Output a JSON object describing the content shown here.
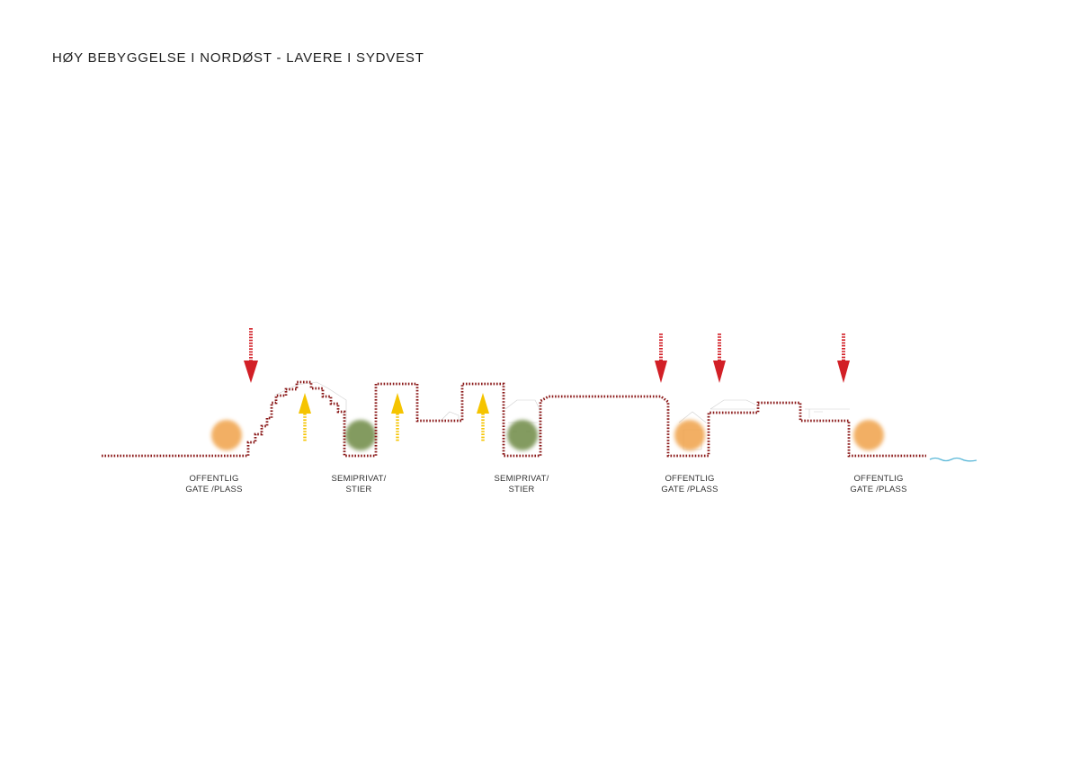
{
  "title": "HØY BEBYGGELSE I NORDØST - LAVERE I SYDVEST",
  "colors": {
    "section_line": "#8b1a1a",
    "red_arrow": "#d21f26",
    "yellow_arrow": "#f5c400",
    "public_zone": "#f0a24a",
    "semiprivate_zone": "#6e8a45",
    "water": "#5bb8d8",
    "ghost_building": "#c8c8c8"
  },
  "labels": [
    {
      "line1": "OFFENTLIG",
      "line2": "GATE /PLASS"
    },
    {
      "line1": "SEMIPRIVAT/",
      "line2": "STIER"
    },
    {
      "line1": "SEMIPRIVAT/",
      "line2": "STIER"
    },
    {
      "line1": "OFFENTLIG",
      "line2": "GATE /PLASS"
    },
    {
      "line1": "OFFENTLIG",
      "line2": "GATE /PLASS"
    }
  ],
  "icons": {
    "red_arrow": "red-down-arrow-icon",
    "yellow_arrow": "yellow-up-arrow-icon",
    "water": "water-wave-icon"
  }
}
